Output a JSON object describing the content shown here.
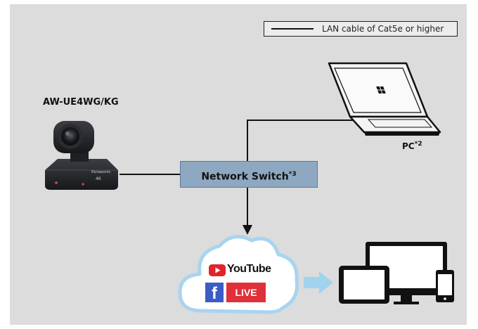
{
  "legend": {
    "cable_label": "LAN cable of Cat5e or higher"
  },
  "camera": {
    "model_label": "AW-UE4WG/KG",
    "brand_text": "Panasonic",
    "badge_4k": "4K"
  },
  "pc": {
    "label": "PC",
    "footnote": "*2"
  },
  "switch": {
    "label": "Network Switch",
    "footnote": "*3"
  },
  "cloud": {
    "youtube_label": "YouTube",
    "facebook_letter": "f",
    "live_label": "LIVE"
  },
  "colors": {
    "panel": "#dcdcdc",
    "switch_fill": "#8ea8c1",
    "cloud_stroke": "#a8d4f0",
    "arrow": "#9fd3ee",
    "youtube_red": "#e0242a",
    "facebook_blue": "#3b5cc4",
    "live_red": "#e0303a"
  },
  "icons": [
    "camera-icon",
    "laptop-icon",
    "cloud-icon",
    "youtube-play-icon",
    "facebook-icon",
    "arrow-right-icon",
    "devices-icon"
  ]
}
